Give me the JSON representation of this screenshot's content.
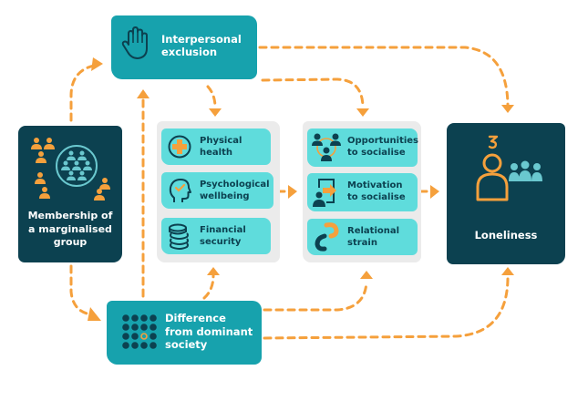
{
  "colors": {
    "teal": "#17a2ad",
    "navy": "#0c4150",
    "light_teal": "#5fdcdc",
    "panel_grey": "#ebebeb",
    "orange": "#f5a03c",
    "icon_teal": "#6ac8cf"
  },
  "nodes": {
    "membership": {
      "label": "Membership of a marginalised group",
      "icon": "marginalised-group-icon"
    },
    "interpersonal": {
      "line1": "Interpersonal",
      "line2": "exclusion",
      "icon": "raised-hand-icon"
    },
    "difference": {
      "line1": "Difference",
      "line2": "from dominant",
      "line3": "society",
      "icon": "dot-grid-icon"
    },
    "loneliness": {
      "label": "Loneliness",
      "icon": "lonely-person-icon"
    }
  },
  "panels": {
    "wellbeing": {
      "items": [
        {
          "line1": "Physical",
          "line2": "health",
          "icon": "health-cross-icon"
        },
        {
          "line1": "Psychological",
          "line2": "wellbeing",
          "icon": "head-check-icon"
        },
        {
          "line1": "Financial",
          "line2": "security",
          "icon": "coins-icon"
        }
      ]
    },
    "social": {
      "items": [
        {
          "line1": "Opportunities",
          "line2": "to socialise",
          "icon": "people-network-icon"
        },
        {
          "line1": "Motivation",
          "line2": "to socialise",
          "icon": "person-arrow-icon"
        },
        {
          "line1": "Relational",
          "line2": "strain",
          "icon": "magnet-icon"
        }
      ]
    }
  }
}
